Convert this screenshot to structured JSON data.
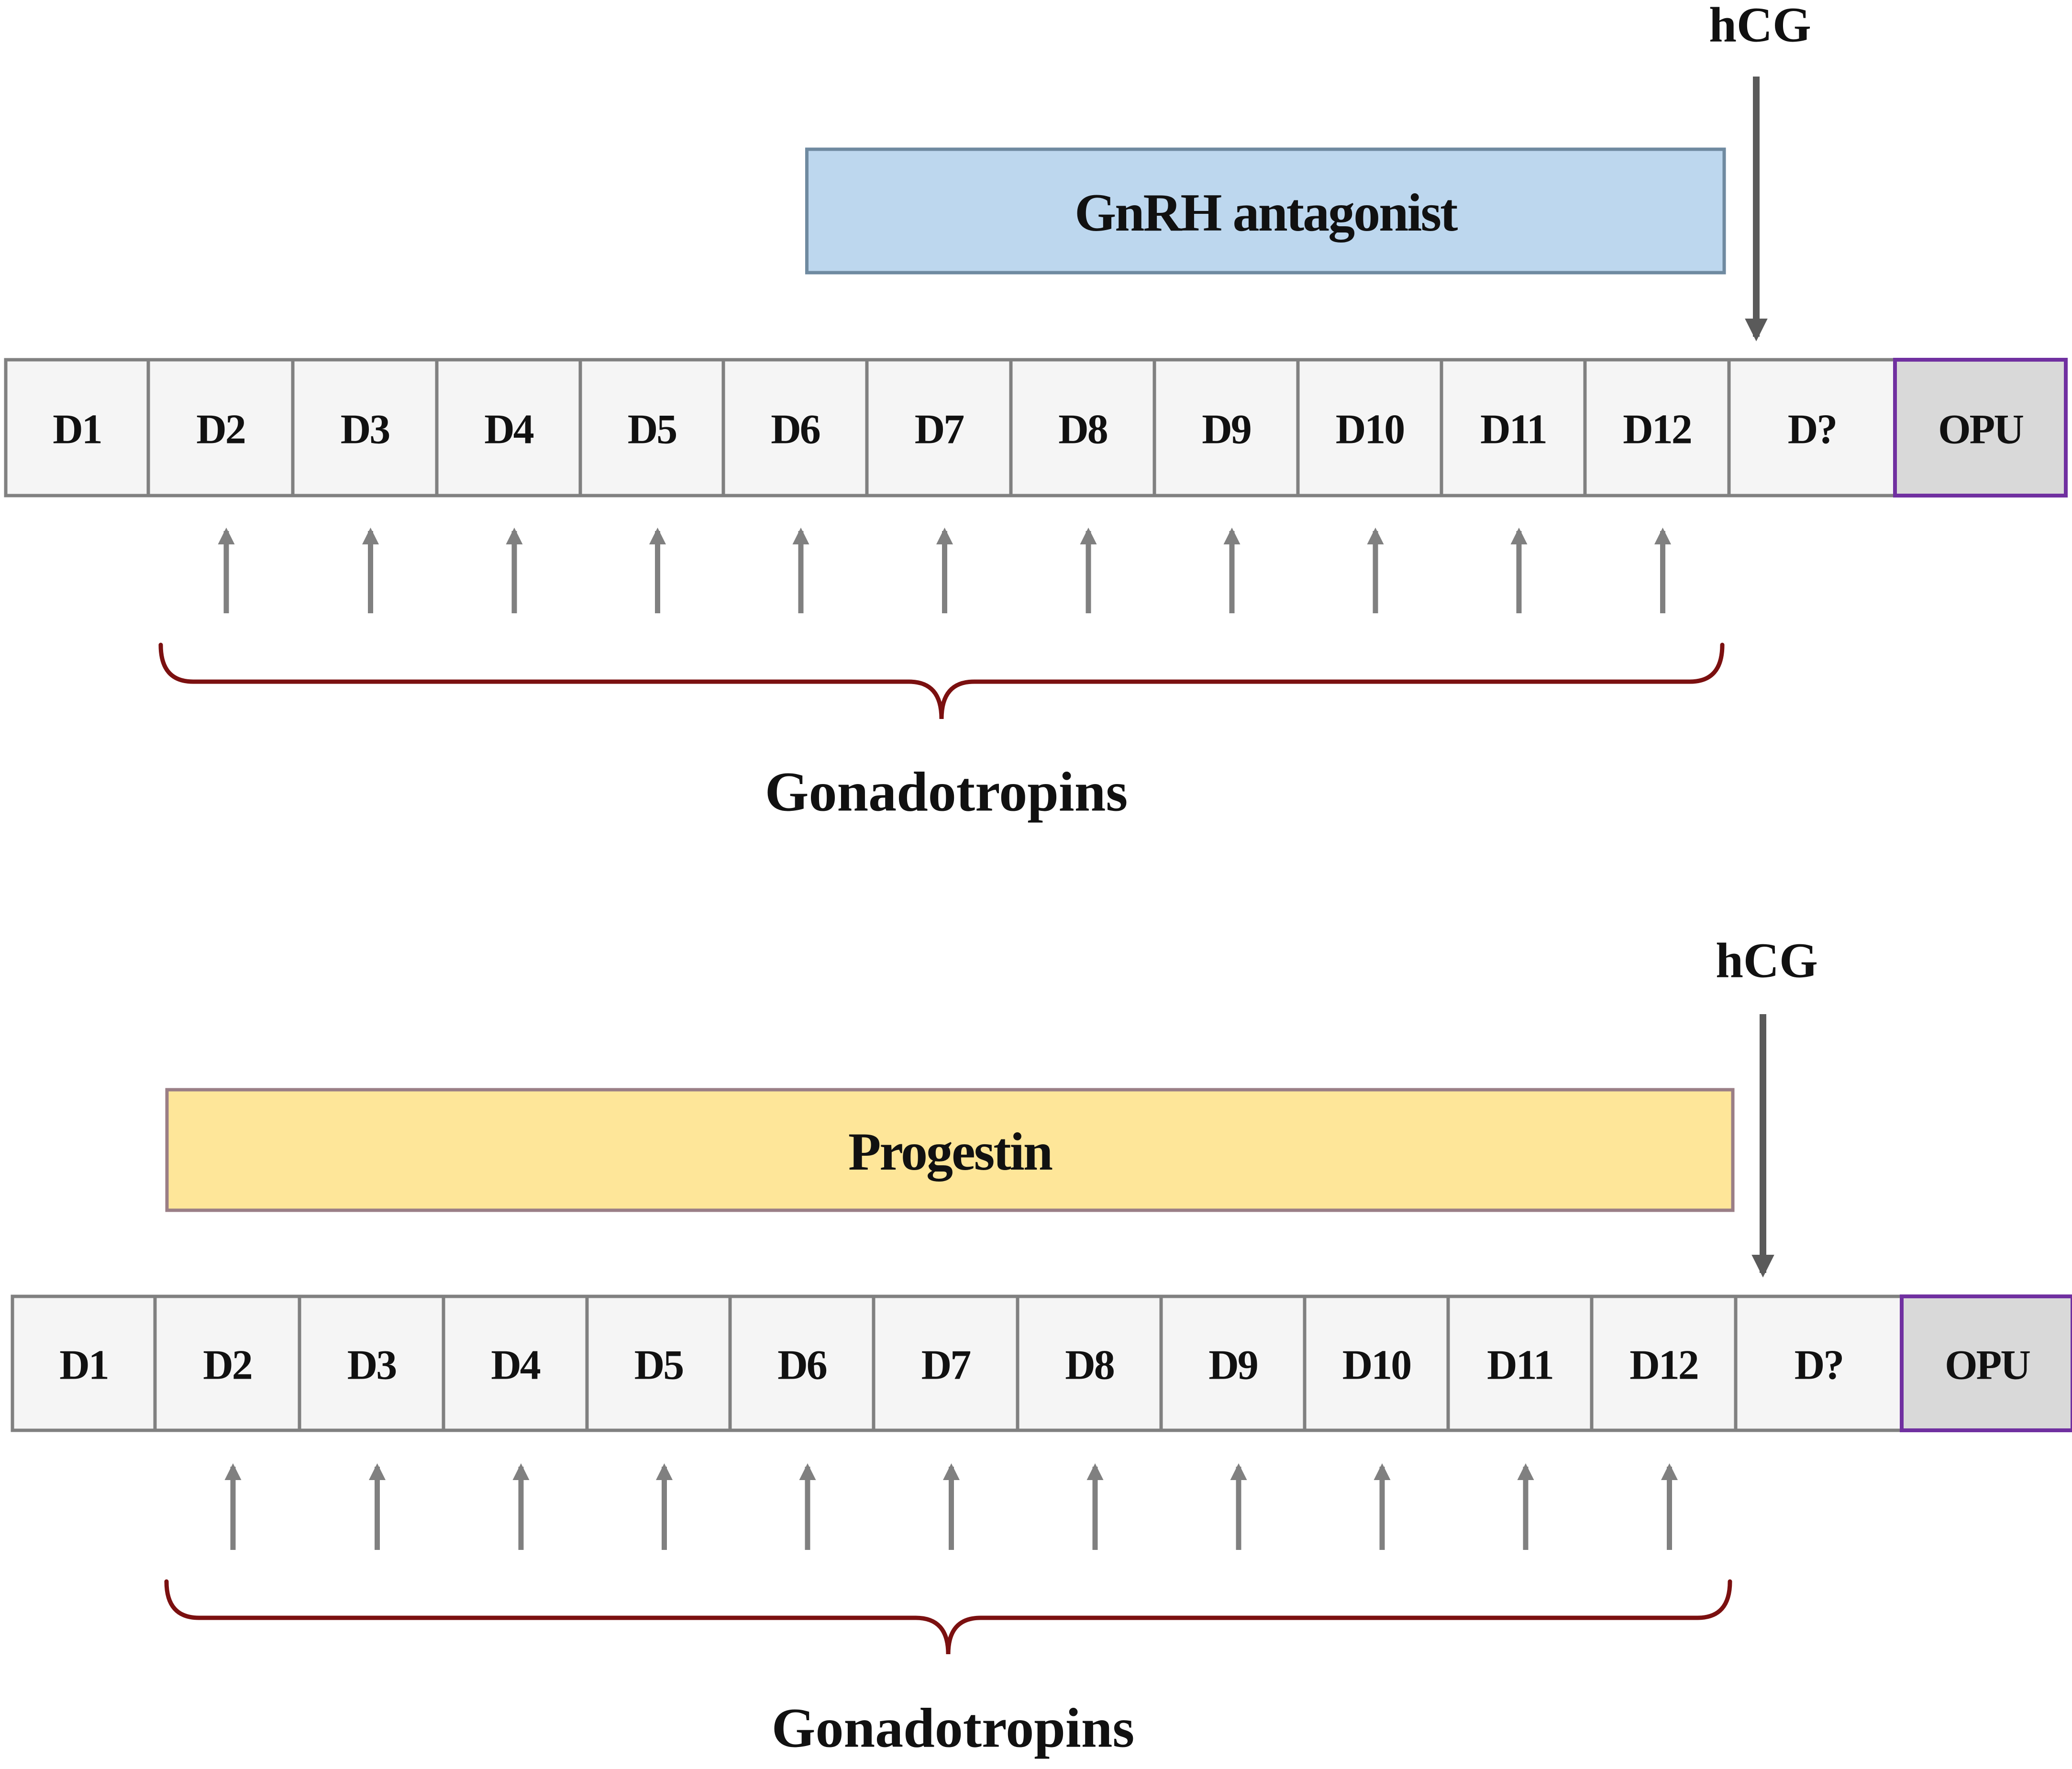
{
  "protocols": [
    {
      "name": "gnrh-antagonist-protocol",
      "drug_bar": {
        "label": "GnRH antagonist",
        "fill": "#bdd7ee",
        "stroke": "#6f8aa0",
        "start_day": "D7",
        "end_day": "D12"
      },
      "trigger": {
        "label": "hCG",
        "day": "D?"
      },
      "days": [
        "D1",
        "D2",
        "D3",
        "D4",
        "D5",
        "D6",
        "D7",
        "D8",
        "D9",
        "D10",
        "D11",
        "D12",
        "D?",
        "OPU"
      ],
      "injection_days": [
        "D2",
        "D3",
        "D4",
        "D5",
        "D6",
        "D7",
        "D8",
        "D9",
        "D10",
        "D11",
        "D12"
      ],
      "brace_label": "Gonadotropins"
    },
    {
      "name": "progestin-protocol",
      "drug_bar": {
        "label": "Progestin",
        "fill": "#fee699",
        "stroke": "#9a7e86",
        "start_day": "D2",
        "end_day": "D12"
      },
      "trigger": {
        "label": "hCG",
        "day": "D?"
      },
      "days": [
        "D1",
        "D2",
        "D3",
        "D4",
        "D5",
        "D6",
        "D7",
        "D8",
        "D9",
        "D10",
        "D11",
        "D12",
        "D?",
        "OPU"
      ],
      "injection_days": [
        "D2",
        "D3",
        "D4",
        "D5",
        "D6",
        "D7",
        "D8",
        "D9",
        "D10",
        "D11",
        "D12"
      ],
      "brace_label": "Gonadotropins"
    }
  ],
  "colors": {
    "cell_fill": "#f5f5f5",
    "cell_stroke": "#808080",
    "opu_fill": "#d9d9d9",
    "opu_stroke": "#7030a0",
    "arrow": "#808080",
    "hcg_arrow": "#5a5a5a",
    "brace": "#7b1010",
    "text": "#111111"
  }
}
